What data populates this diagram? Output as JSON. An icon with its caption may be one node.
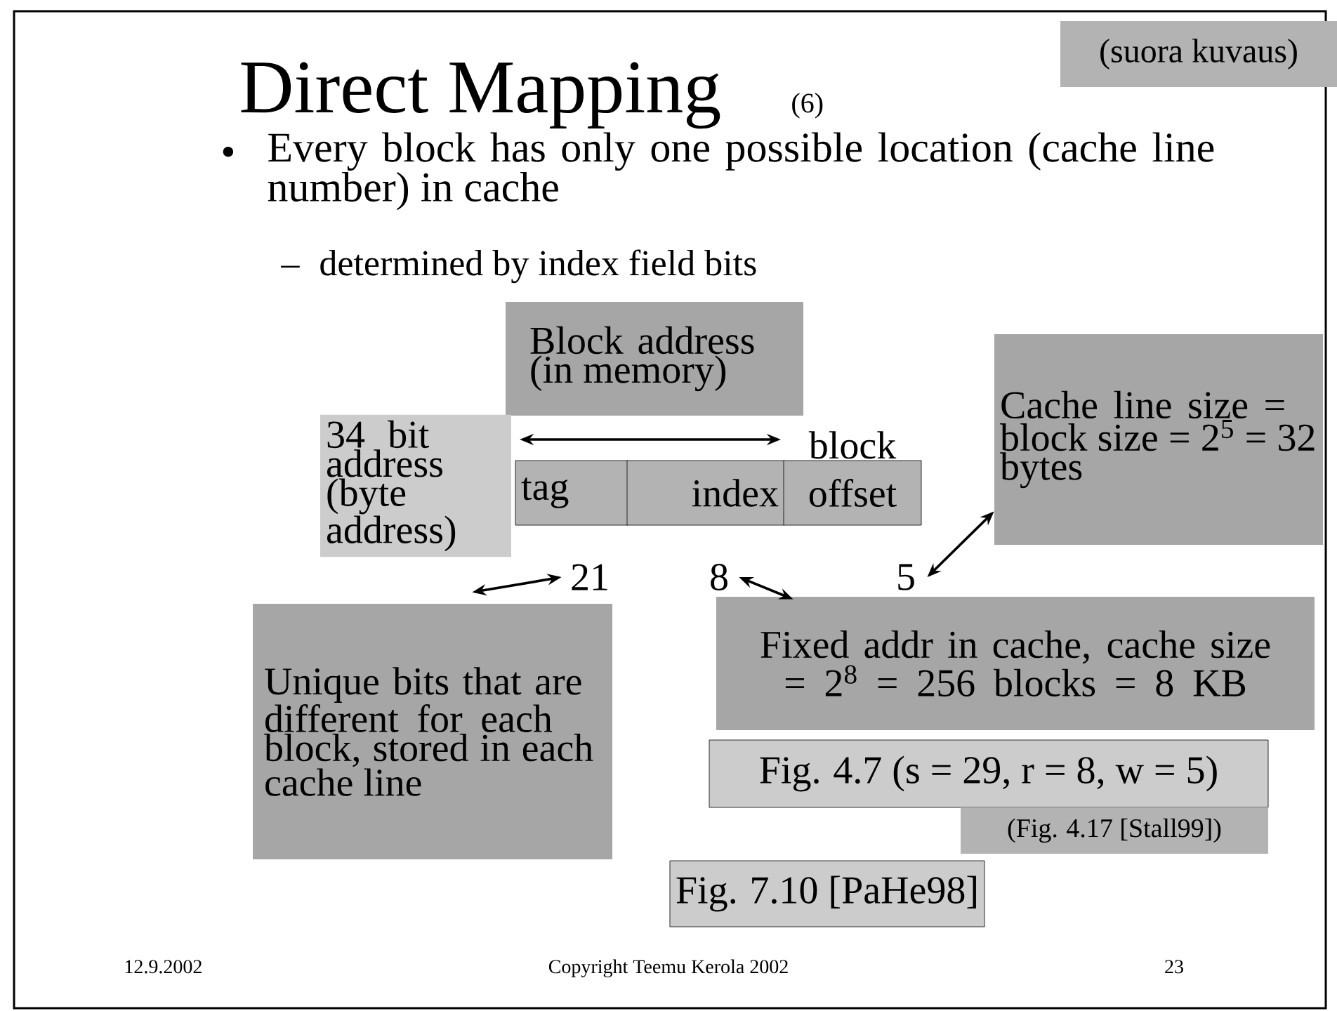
{
  "diagram": {
    "title": "Direct Mapping",
    "nodes": [
      {
        "text": [
          "(suora kuvaus)"
        ]
      },
      {
        "text": [
          "Block address (in memory)"
        ]
      },
      {
        "text": [
          "Cache line size = block size = 2$^{5}$ = 32 bytes"
        ]
      },
      {
        "text": [
          "34 bit address (byte address)"
        ]
      },
      {
        "text": [
          "tag"
        ]
      },
      {
        "text": [
          "index"
        ]
      },
      {
        "text": [
          "block",
          "offset"
        ]
      },
      {
        "text": [
          "21"
        ]
      },
      {
        "text": [
          "8"
        ]
      },
      {
        "text": [
          "5"
        ]
      },
      {
        "text": [
          "Unique bits that are different for each block, stored in each cache line"
        ]
      },
      {
        "text": [
          "Fixed addr in cache, cache size = 2$^{8}$ = 256 blocks = 8 KB"
        ]
      },
      {
        "text": [
          "Fig. 4.7 (s = 29, r = 8, w = 5)"
        ]
      },
      {
        "text": [
          "(Fig. 4.17 [Stall99])"
        ]
      },
      {
        "text": [
          "Fig. 7.10 [PaHe98]"
        ]
      }
    ],
    "edges": [
      {
        "from": 7,
        "to": 10,
        "arrow": "both"
      },
      {
        "from": 8,
        "to": 11,
        "arrow": "both"
      },
      {
        "from": 9,
        "to": 2,
        "arrow": "both"
      }
    ],
    "labels": [
      "(6)",
      "•",
      "Every block has only one possible location (cache line number) in cache",
      "–",
      "determined by index field bits",
      "12.9.2002",
      "Copyright Teemu Kerola 2002",
      "23"
    ]
  }
}
